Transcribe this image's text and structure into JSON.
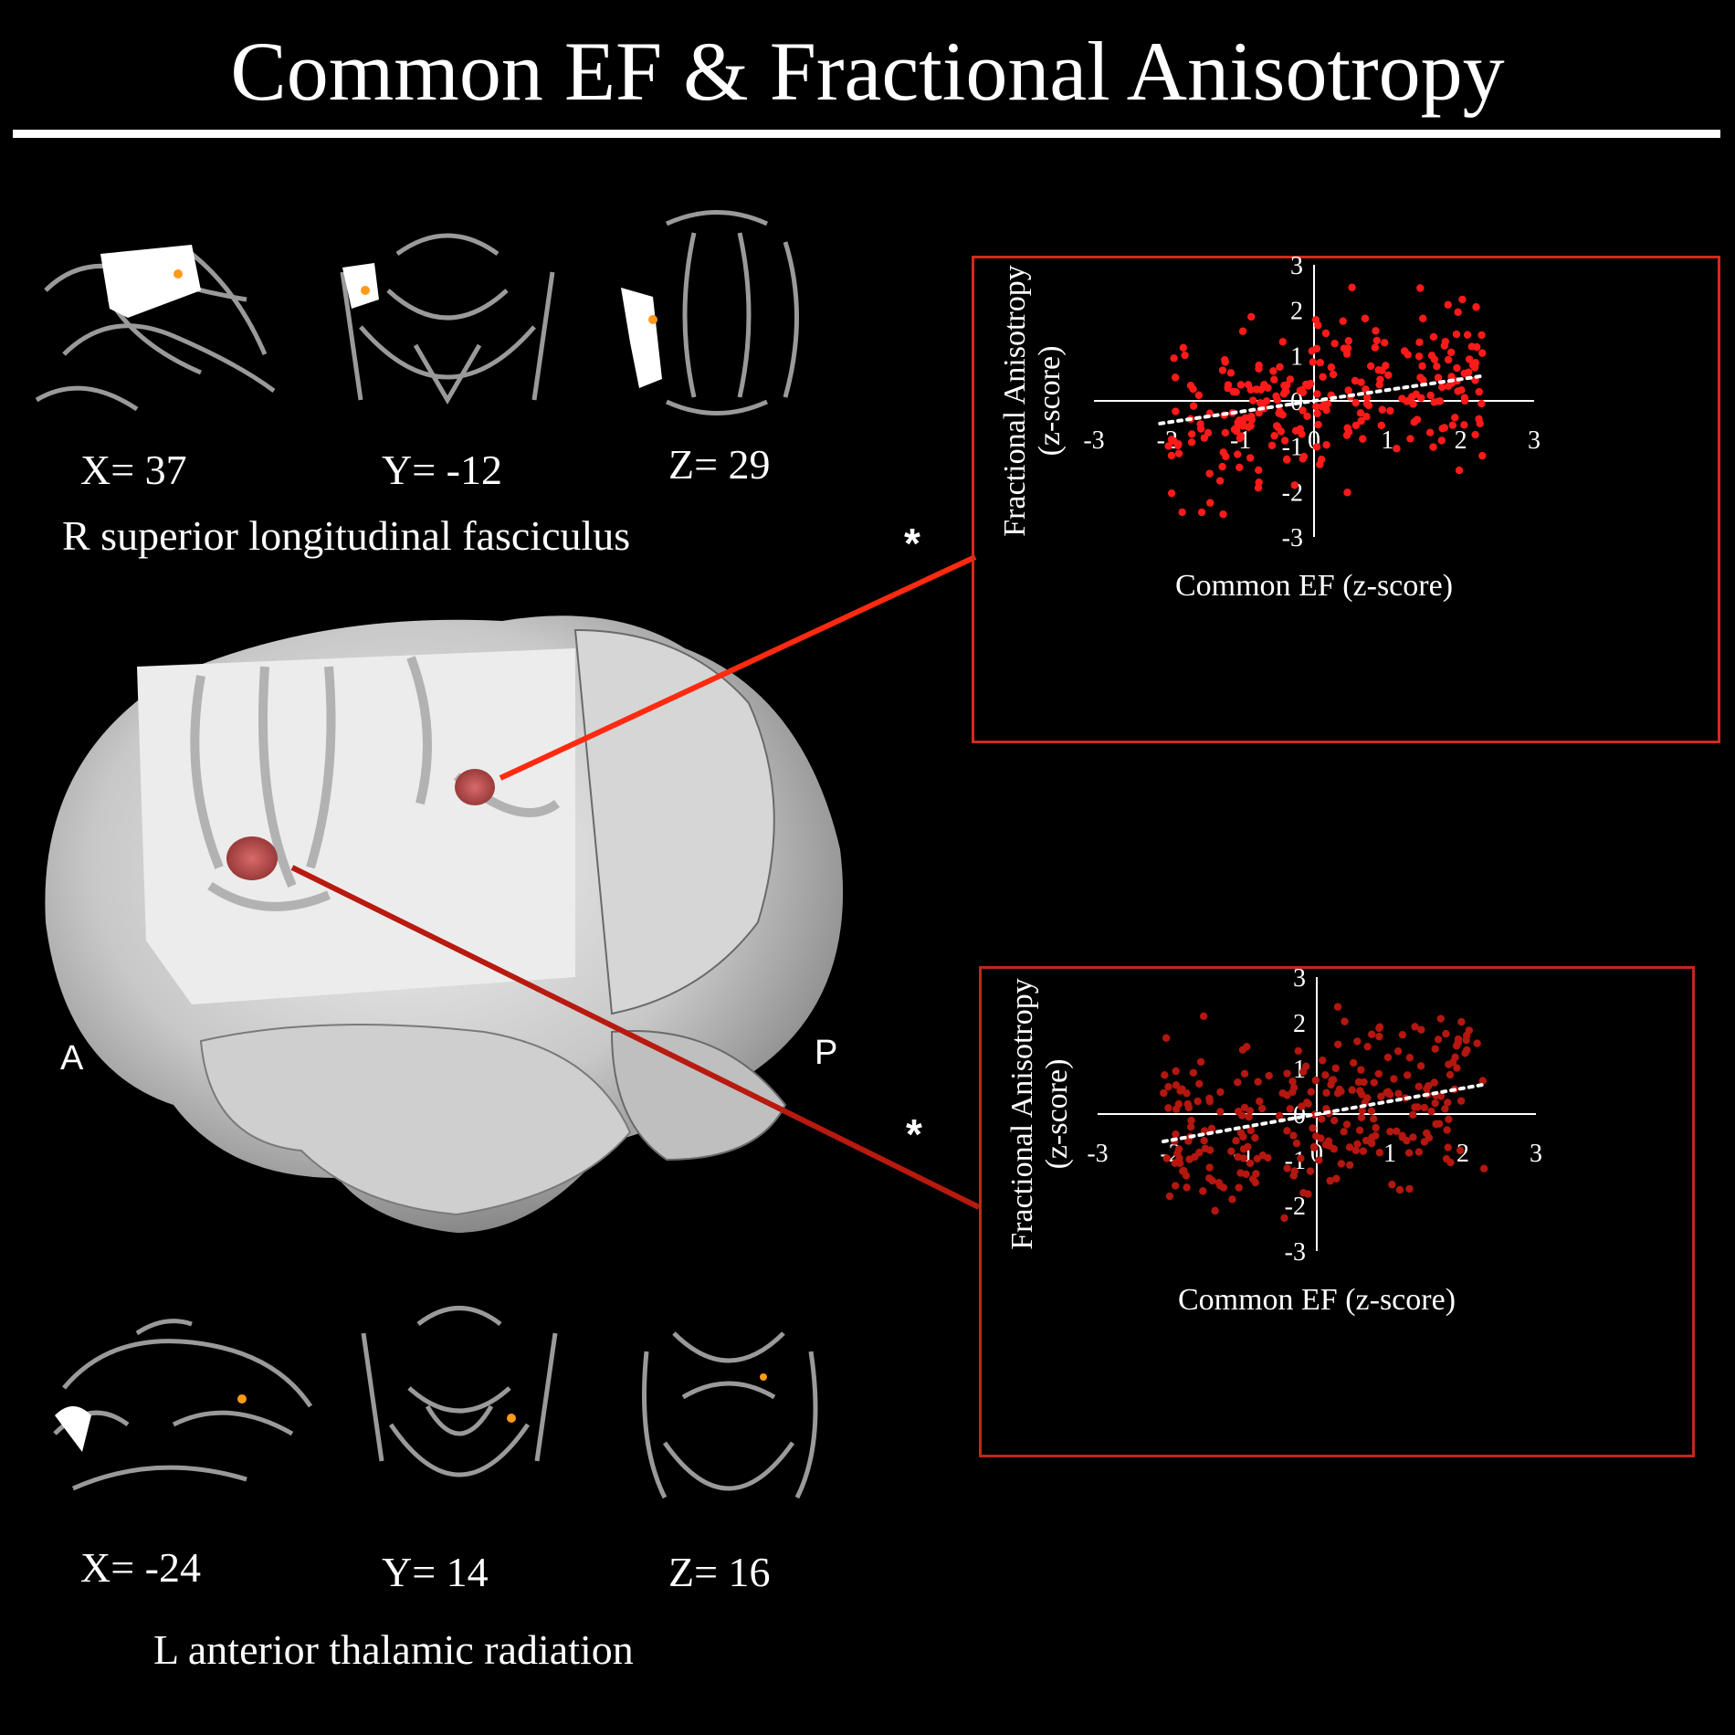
{
  "title": "Common EF & Fractional Anisotropy",
  "tracts": {
    "top": {
      "name": "R superior longitudinal fasciculus",
      "coords": [
        "X= 37",
        "Y= -12",
        "Z= 29"
      ]
    },
    "bottom": {
      "name": "L anterior thalamic radiation",
      "coords": [
        "X= -24",
        "Y= 14",
        "Z= 16"
      ]
    }
  },
  "orientation": {
    "anterior": "A",
    "posterior": "P"
  },
  "significance": [
    "*",
    "*"
  ],
  "colors": {
    "top_series": "#ff1a1a",
    "bottom_series": "#b3170f",
    "trend": "#ffffff",
    "frame_top": "#d42a1c",
    "frame_bottom": "#c0281a"
  },
  "chart_data": [
    {
      "type": "scatter",
      "xlabel": "Common EF (z-score)",
      "ylabel": [
        "Fractional Anisotropy",
        "(z-score)"
      ],
      "xlim": [
        -3,
        3
      ],
      "ylim": [
        -3,
        3
      ],
      "xticks": [
        "-3",
        "-1",
        "0",
        "1",
        "2",
        "3"
      ],
      "yticks": [
        "3",
        "2",
        "1",
        "0",
        "-1",
        "-2",
        "-3"
      ],
      "tick_label_-2": "-2",
      "trend": {
        "x": [
          -2.1,
          2.3
        ],
        "y": [
          -0.5,
          0.55
        ]
      },
      "point_count": 260,
      "seed": 11
    },
    {
      "type": "scatter",
      "xlabel": "Common EF (z-score)",
      "ylabel": [
        "Fractional Anisotropy",
        "(z-score)"
      ],
      "xlim": [
        -3,
        3
      ],
      "ylim": [
        -3,
        3
      ],
      "xticks": [
        "-3",
        "-2",
        "-1",
        "0",
        "1",
        "2",
        "3"
      ],
      "yticks": [
        "3",
        "2",
        "1",
        "0",
        "-1",
        "-2",
        "-3"
      ],
      "trend": {
        "x": [
          -2.1,
          2.3
        ],
        "y": [
          -0.6,
          0.65
        ]
      },
      "point_count": 260,
      "seed": 23
    }
  ]
}
